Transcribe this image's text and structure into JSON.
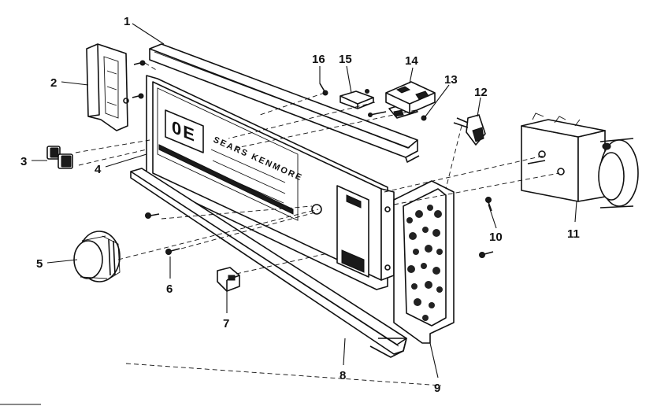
{
  "callouts": [
    {
      "id": "p1",
      "label": "1"
    },
    {
      "id": "p2",
      "label": "2"
    },
    {
      "id": "p3",
      "label": "3"
    },
    {
      "id": "p4",
      "label": "4"
    },
    {
      "id": "p5",
      "label": "5"
    },
    {
      "id": "p6",
      "label": "6"
    },
    {
      "id": "p7",
      "label": "7"
    },
    {
      "id": "p8",
      "label": "8"
    },
    {
      "id": "p9",
      "label": "9"
    },
    {
      "id": "p10",
      "label": "10"
    },
    {
      "id": "p11",
      "label": "11"
    },
    {
      "id": "p12",
      "label": "12"
    },
    {
      "id": "p13",
      "label": "13"
    },
    {
      "id": "p14",
      "label": "14"
    },
    {
      "id": "p15",
      "label": "15"
    },
    {
      "id": "p16",
      "label": "16"
    }
  ],
  "panel": {
    "brand": "SEARS KENMORE"
  }
}
